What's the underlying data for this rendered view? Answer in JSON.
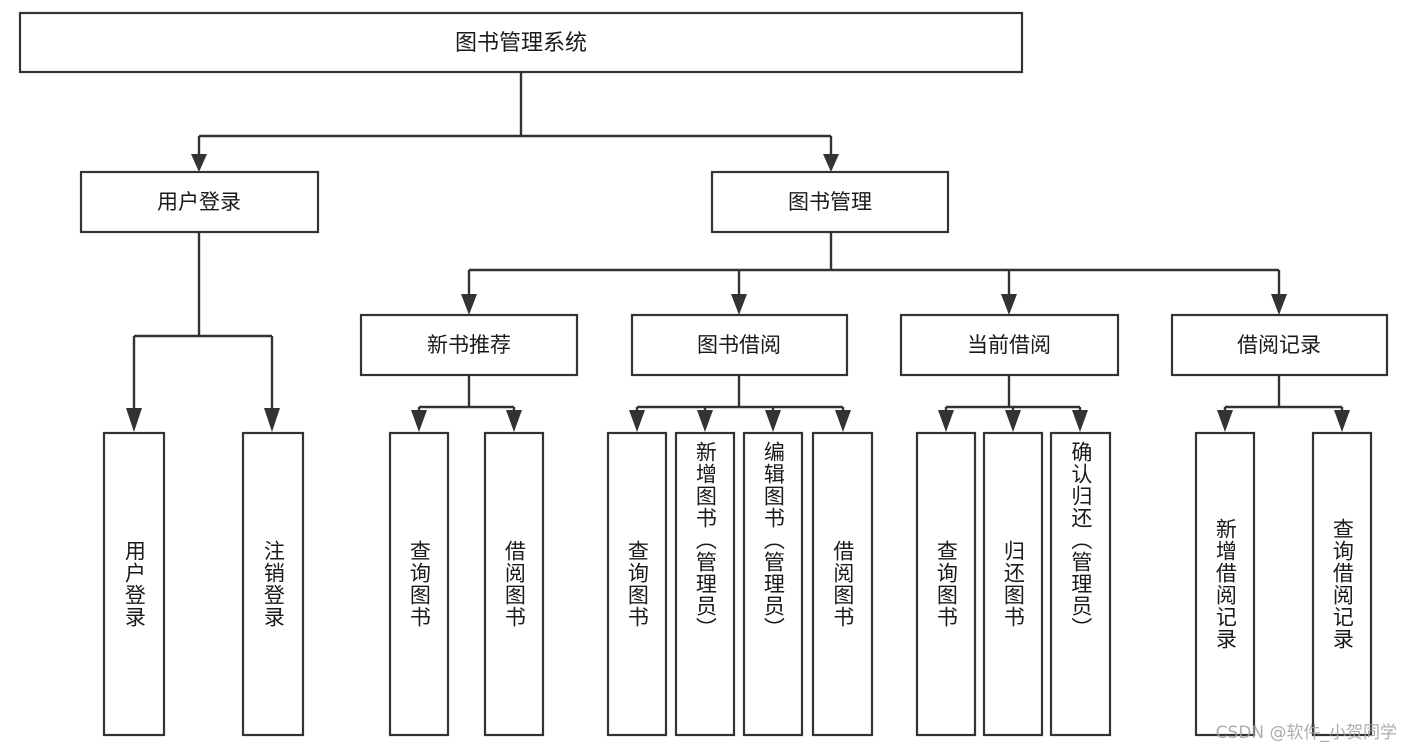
{
  "diagram": {
    "type": "tree-hierarchy",
    "title": "图书管理系统",
    "background_color": "#ffffff",
    "line_color": "#333333",
    "box_fill": "#ffffff",
    "text_color": "#1a1a1a",
    "root": {
      "id": "root",
      "label": "图书管理系统"
    },
    "level1": [
      {
        "id": "user-login",
        "label": "用户登录"
      },
      {
        "id": "book-manage",
        "label": "图书管理"
      }
    ],
    "level2": [
      {
        "id": "new-book-recommend",
        "label": "新书推荐",
        "parent": "book-manage"
      },
      {
        "id": "book-borrow",
        "label": "图书借阅",
        "parent": "book-manage"
      },
      {
        "id": "current-borrow",
        "label": "当前借阅",
        "parent": "book-manage"
      },
      {
        "id": "borrow-record",
        "label": "借阅记录",
        "parent": "book-manage"
      }
    ],
    "leaves": [
      {
        "id": "leaf-user-login",
        "label": "用户登录",
        "parent": "user-login"
      },
      {
        "id": "leaf-logout-login",
        "label": "注销登录",
        "parent": "user-login"
      },
      {
        "id": "leaf-query-book-1",
        "label": "查询图书",
        "parent": "new-book-recommend"
      },
      {
        "id": "leaf-borrow-book-1",
        "label": "借阅图书",
        "parent": "new-book-recommend"
      },
      {
        "id": "leaf-query-book-2",
        "label": "查询图书",
        "parent": "book-borrow"
      },
      {
        "id": "leaf-add-book",
        "label": "新增图书（管理员）",
        "parent": "book-borrow"
      },
      {
        "id": "leaf-edit-book",
        "label": "编辑图书（管理员）",
        "parent": "book-borrow"
      },
      {
        "id": "leaf-borrow-book-2",
        "label": "借阅图书",
        "parent": "book-borrow"
      },
      {
        "id": "leaf-query-book-3",
        "label": "查询图书",
        "parent": "current-borrow"
      },
      {
        "id": "leaf-return-book",
        "label": "归还图书",
        "parent": "current-borrow"
      },
      {
        "id": "leaf-confirm-return",
        "label": "确认归还（管理员）",
        "parent": "current-borrow"
      },
      {
        "id": "leaf-add-record",
        "label": "新增借阅记录",
        "parent": "borrow-record"
      },
      {
        "id": "leaf-query-record",
        "label": "查询借阅记录",
        "parent": "borrow-record"
      }
    ]
  },
  "watermark": {
    "text": "CSDN @软件_小贺同学"
  }
}
